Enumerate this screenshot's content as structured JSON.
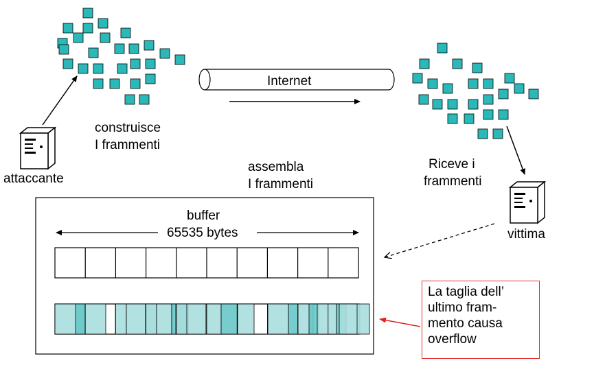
{
  "labels": {
    "attacker": "attaccante",
    "builds_line1": "construisce",
    "builds_line2": "I frammenti",
    "internet": "Internet",
    "assembles_line1": "assembla",
    "assembles_line2": "I frammenti",
    "receives_line1": "Riceve i",
    "receives_line2": "frammenti",
    "victim": "vittima",
    "buffer_line1": "buffer",
    "buffer_line2": "65535 bytes"
  },
  "note": {
    "lines": [
      "La taglia dell’",
      "ultimo fram-",
      "mento causa",
      "overflow"
    ]
  },
  "colors": {
    "fragment": "#2ab8b8",
    "fragment_light": "#a8dede",
    "fragment_mid": "#68c8c8",
    "note_border": "#e03030"
  }
}
